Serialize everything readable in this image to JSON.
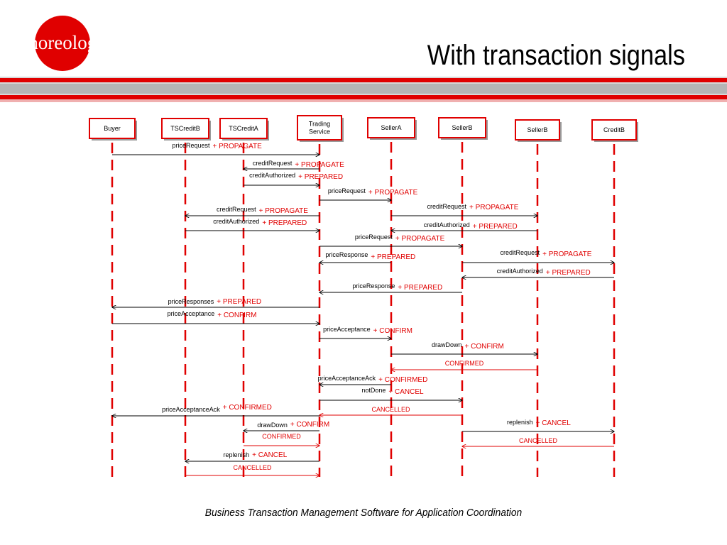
{
  "logo": {
    "text": "choreology"
  },
  "title": "With transaction signals",
  "footer": "Business Transaction Management Software for Application Coordination",
  "colors": {
    "accent": "#e00000",
    "band_grey": "#bdbdbd",
    "lifeline": "#e00000"
  },
  "participants": [
    {
      "id": "buyer",
      "lines": [
        "Buyer"
      ]
    },
    {
      "id": "tscreditb",
      "lines": [
        "TSCreditB"
      ]
    },
    {
      "id": "tscredita",
      "lines": [
        "TSCreditA"
      ]
    },
    {
      "id": "trading",
      "lines": [
        "Trading",
        "Service"
      ]
    },
    {
      "id": "sellera",
      "lines": [
        "SellerA"
      ]
    },
    {
      "id": "sellerb1",
      "lines": [
        "SellerB"
      ]
    },
    {
      "id": "sellerb2",
      "lines": [
        "SellerB"
      ]
    },
    {
      "id": "creditb",
      "lines": [
        "CreditB"
      ]
    }
  ],
  "messages": [
    {
      "from": "buyer",
      "to": "trading",
      "label": "priceRequest",
      "signal": "+ PROPAGATE"
    },
    {
      "from": "trading",
      "to": "tscredita",
      "label": "creditRequest",
      "signal": "+ PROPAGATE"
    },
    {
      "from": "tscredita",
      "to": "trading",
      "label": "creditAuthorized",
      "signal": "+ PREPARED"
    },
    {
      "from": "trading",
      "to": "sellera",
      "label": "priceRequest",
      "signal": "+ PROPAGATE"
    },
    {
      "from": "trading",
      "to": "tscreditb",
      "label": "creditRequest",
      "signal": "+ PROPAGATE"
    },
    {
      "from": "sellera",
      "to": "sellerb2",
      "label": "creditRequest",
      "signal": "+ PROPAGATE"
    },
    {
      "from": "tscreditb",
      "to": "trading",
      "label": "creditAuthorized",
      "signal": "+ PREPARED"
    },
    {
      "from": "sellerb2",
      "to": "sellera",
      "label": "creditAuthorized",
      "signal": "+ PREPARED"
    },
    {
      "from": "trading",
      "to": "sellerb1",
      "label": "priceRequest",
      "signal": "+ PROPAGATE"
    },
    {
      "from": "sellera",
      "to": "trading",
      "label": "priceResponse",
      "signal": "+ PREPARED"
    },
    {
      "from": "sellerb1",
      "to": "creditb",
      "label": "creditRequest",
      "signal": "+ PROPAGATE"
    },
    {
      "from": "creditb",
      "to": "sellerb1",
      "label": "creditAuthorized",
      "signal": "+ PREPARED"
    },
    {
      "from": "sellerb1",
      "to": "trading",
      "label": "priceResponse",
      "signal": "+ PREPARED"
    },
    {
      "from": "trading",
      "to": "buyer",
      "label": "priceResponses",
      "signal": "+ PREPARED"
    },
    {
      "from": "buyer",
      "to": "trading",
      "label": "priceAcceptance",
      "signal": "+ CONFIRM"
    },
    {
      "from": "trading",
      "to": "sellera",
      "label": "priceAcceptance",
      "signal": "+ CONFIRM"
    },
    {
      "from": "sellera",
      "to": "sellerb2",
      "label": "drawDown",
      "signal": "+ CONFIRM"
    },
    {
      "from": "sellerb2",
      "to": "sellera",
      "label": "",
      "signal": "CONFIRMED"
    },
    {
      "from": "sellera",
      "to": "trading",
      "label": "priceAcceptanceAck",
      "signal": "+ CONFIRMED"
    },
    {
      "from": "trading",
      "to": "sellerb1",
      "label": "notDone",
      "signal": "+ CANCEL"
    },
    {
      "from": "sellerb1",
      "to": "trading",
      "label": "",
      "signal": "CANCELLED"
    },
    {
      "from": "trading",
      "to": "buyer",
      "label": "priceAcceptanceAck",
      "signal": "+ CONFIRMED"
    },
    {
      "from": "trading",
      "to": "tscredita",
      "label": "drawDown",
      "signal": "+ CONFIRM"
    },
    {
      "from": "sellerb1",
      "to": "creditb",
      "label": "replenish",
      "signal": "+ CANCEL"
    },
    {
      "from": "tscredita",
      "to": "trading",
      "label": "",
      "signal": "CONFIRMED"
    },
    {
      "from": "creditb",
      "to": "sellerb1",
      "label": "",
      "signal": "CANCELLED"
    },
    {
      "from": "trading",
      "to": "tscreditb",
      "label": "replenish",
      "signal": "+ CANCEL"
    },
    {
      "from": "tscreditb",
      "to": "trading",
      "label": "",
      "signal": "CANCELLED"
    }
  ]
}
